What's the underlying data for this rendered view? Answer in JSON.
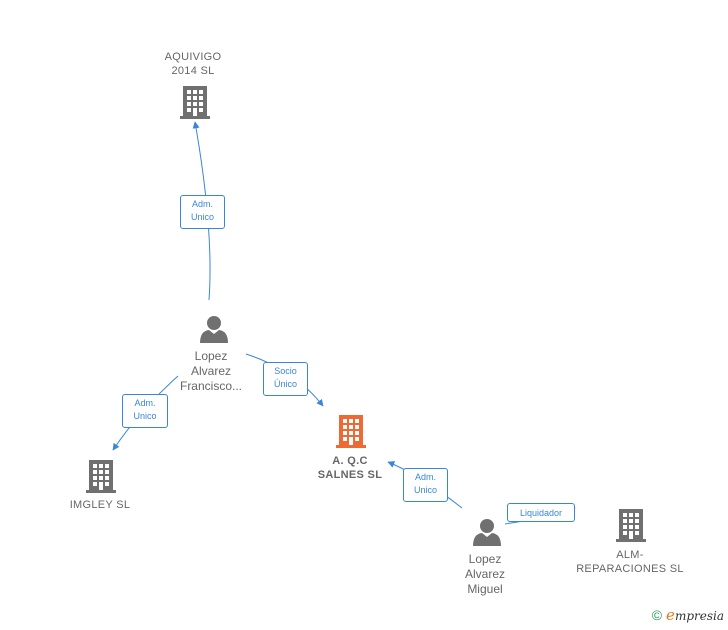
{
  "nodes": {
    "aquivigo": {
      "line1": "AQUIVIGO",
      "line2": "2014  SL"
    },
    "imgley": {
      "name": "IMGLEY SL"
    },
    "aqc": {
      "line1": "A. Q.C",
      "line2": "SALNES  SL"
    },
    "alm": {
      "line1": "ALM-",
      "line2": "REPARACIONES SL"
    },
    "francisco": {
      "line1": "Lopez",
      "line2": "Alvarez",
      "line3": "Francisco..."
    },
    "miguel": {
      "line1": "Lopez",
      "line2": "Alvarez",
      "line3": "Miguel"
    }
  },
  "edges": {
    "fr_aquivigo": {
      "line1": "Adm.",
      "line2": "Unico"
    },
    "fr_imgley": {
      "line1": "Adm.",
      "line2": "Unico"
    },
    "fr_aqc": {
      "line1": "Socio",
      "line2": "Único"
    },
    "mi_aqc": {
      "line1": "Adm.",
      "line2": "Unico"
    },
    "mi_alm": {
      "label": "Liquidador"
    }
  },
  "brand": {
    "copyright": "©",
    "e": "e",
    "rest": "mpresia"
  },
  "colors": {
    "company": "#707070",
    "main_company": "#ee6a35",
    "person": "#707070",
    "edge": "#3a86d6"
  }
}
